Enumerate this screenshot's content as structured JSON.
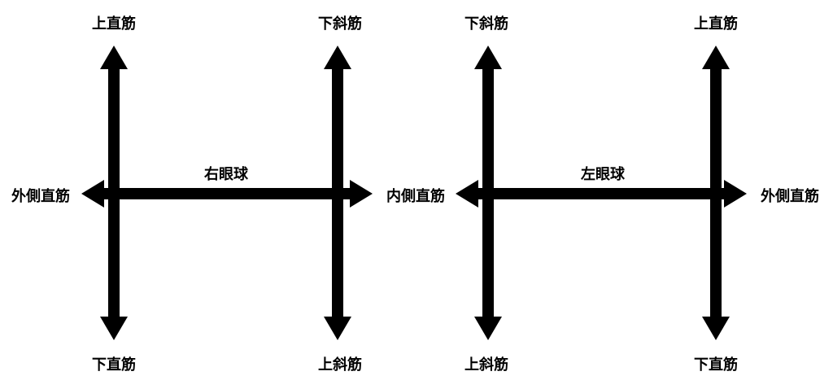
{
  "right_eye": {
    "title": "右眼球",
    "left_top": "上直筋",
    "left_bottom": "下直筋",
    "right_top": "下斜筋",
    "right_bottom": "上斜筋",
    "outer_left": "外側直筋",
    "inner_right": "内側直筋"
  },
  "left_eye": {
    "title": "左眼球",
    "left_top": "下斜筋",
    "left_bottom": "上斜筋",
    "right_top": "上直筋",
    "right_bottom": "下直筋",
    "inner_left": "",
    "outer_right": "外側直筋"
  },
  "colors": {
    "arrow": "#000000"
  }
}
